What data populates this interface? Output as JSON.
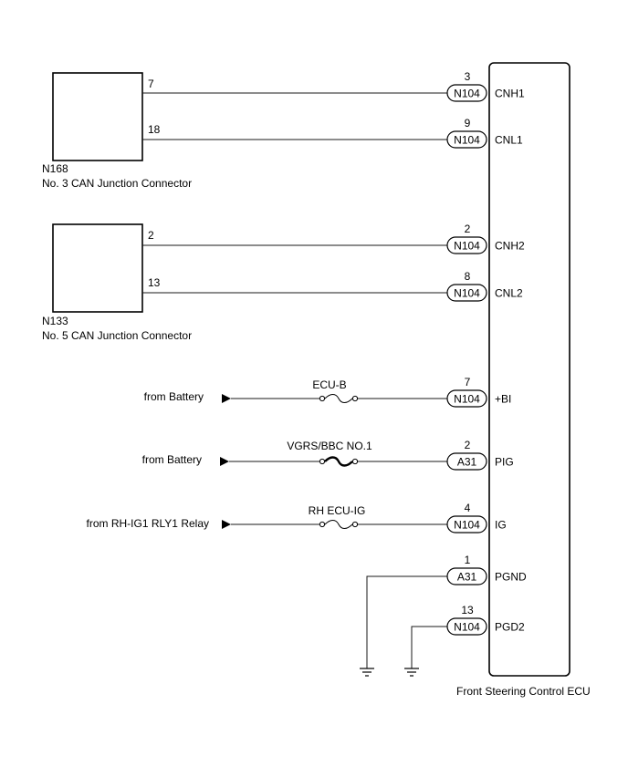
{
  "ecu": {
    "name": "Front Steering Control ECU"
  },
  "junctions": [
    {
      "code": "N168",
      "name": "No. 3 CAN Junction Connector",
      "pins": [
        "7",
        "18"
      ]
    },
    {
      "code": "N133",
      "name": "No. 5 CAN Junction Connector",
      "pins": [
        "2",
        "13"
      ]
    }
  ],
  "terminals": [
    {
      "connector": "N104",
      "pin": "3",
      "signal": "CNH1"
    },
    {
      "connector": "N104",
      "pin": "9",
      "signal": "CNL1"
    },
    {
      "connector": "N104",
      "pin": "2",
      "signal": "CNH2"
    },
    {
      "connector": "N104",
      "pin": "8",
      "signal": "CNL2"
    },
    {
      "connector": "N104",
      "pin": "7",
      "signal": "+BI"
    },
    {
      "connector": "A31",
      "pin": "2",
      "signal": "PIG"
    },
    {
      "connector": "N104",
      "pin": "4",
      "signal": "IG"
    },
    {
      "connector": "A31",
      "pin": "1",
      "signal": "PGND"
    },
    {
      "connector": "N104",
      "pin": "13",
      "signal": "PGD2"
    }
  ],
  "supplies": [
    {
      "source": "from Battery",
      "fuse": "ECU-B"
    },
    {
      "source": "from Battery",
      "fuse": "VGRS/BBC NO.1"
    },
    {
      "source": "from RH-IG1 RLY1 Relay",
      "fuse": "RH ECU-IG"
    }
  ],
  "colors": {
    "line": "#1a1a1a",
    "outline": "#000000",
    "background": "#ffffff"
  }
}
